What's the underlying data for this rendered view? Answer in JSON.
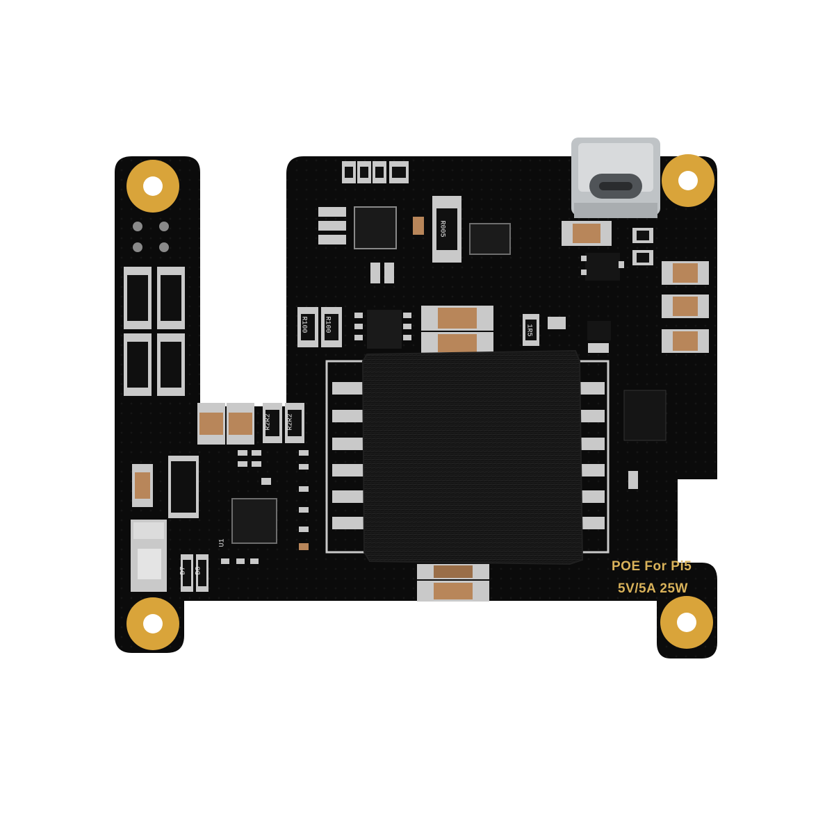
{
  "photo": {
    "subject": "pcb-board",
    "colors": {
      "background": "#ffffff",
      "pcb": "#0b0b0b",
      "gold": "#d9a43a",
      "pad": "#c9c9c9",
      "capacitor": "#b8865a",
      "tape": "#151515"
    }
  },
  "silkscreen": {
    "line1": "POE For Pi5",
    "line2": "5V/5A 25W",
    "r_a": "R100",
    "r_b": "R100",
    "r_c": "R2R2",
    "r_d": "R2R2",
    "r_e": "1R5",
    "r_f": "R005",
    "d_a": "D7",
    "d_b": "D8",
    "u_a": "U1"
  }
}
